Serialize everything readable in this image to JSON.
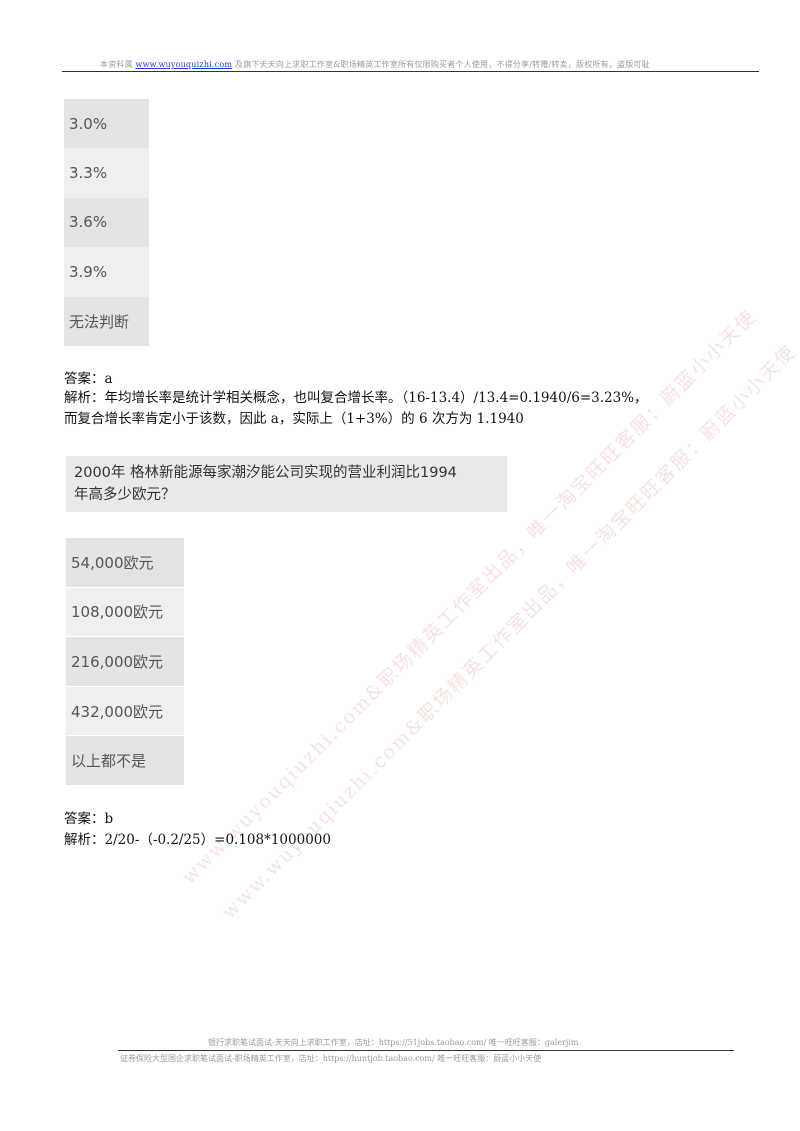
{
  "header": {
    "prefix": "本资料属 ",
    "link": "www.wuyouquizhi.com",
    "suffix": " 及旗下天天向上求职工作室&职场精英工作室所有仅限购买者个人使用，不得分享/转赠/转卖，版权所有，盗版可耻"
  },
  "question1": {
    "options": [
      "3.0%",
      "3.3%",
      "3.6%",
      "3.9%",
      "无法判断"
    ],
    "answer": "答案：a",
    "analysis_line1": "解析：年均增长率是统计学相关概念，也叫复合增长率。（16-13.4）/13.4=0.1940/6=3.23%，",
    "analysis_line2": "而复合增长率肯定小于该数，因此 a，实际上（1+3%）的 6 次方为 1.1940"
  },
  "question2": {
    "question_line1": "2000年 格林新能源每家潮汐能公司实现的营业利润比1994",
    "question_line2": "年高多少欧元？",
    "options": [
      "54,000欧元",
      "108,000欧元",
      "216,000欧元",
      "432,000欧元",
      "以上都不是"
    ],
    "answer": "答案：b",
    "analysis": "解析：2/20-（-0.2/25）=0.108*1000000"
  },
  "footer": {
    "line1": "银行求职笔试面试-天天向上求职工作室，店址：https://51jobs.taobao.com/ 唯一旺旺客服：galerjim",
    "line2": "证券保险大型国企求职笔试面试-职场精英工作室，店址：https://huntjob.taobao.com/ 唯一旺旺客服：蔚蓝小小天使"
  },
  "watermark": {
    "line1": "www.wuyouqiuzhi.com&职场精英工作室出品，唯一淘宝旺旺客服：蔚蓝小小天使",
    "line2": "www.wuyouqiuzhi.com&职场精英工作室出品，唯一淘宝旺旺客服：蔚蓝小小天使"
  }
}
